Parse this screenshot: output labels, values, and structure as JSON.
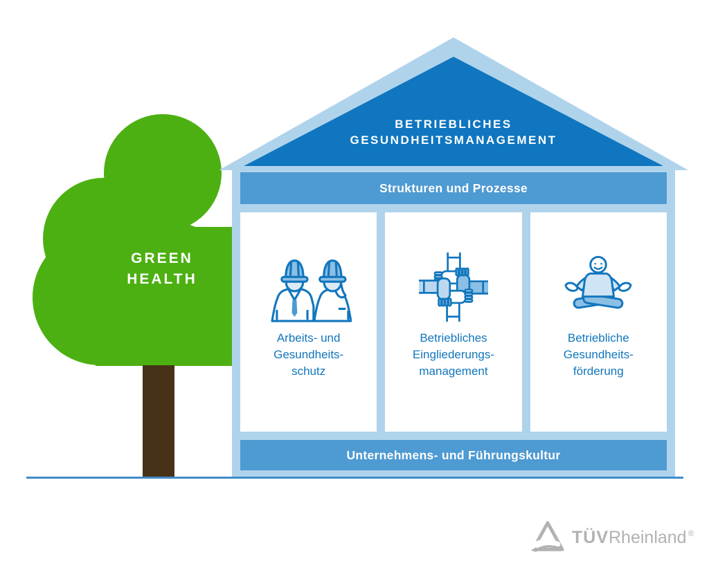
{
  "tree": {
    "label": {
      "line1": "GREEN",
      "line2": "HEALTH"
    }
  },
  "house": {
    "roof_title": {
      "line1": "BETRIEBLICHES",
      "line2": "GESUNDHEITSMANAGEMENT"
    },
    "top_bar_label": "Strukturen und Prozesse",
    "bottom_bar_label": "Unternehmens- und Führungskultur",
    "columns": [
      {
        "icon": "construction-workers-icon",
        "label": {
          "line1": "Arbeits- und",
          "line2": "Gesundheits-",
          "line3": "schutz"
        }
      },
      {
        "icon": "joined-hands-icon",
        "label": {
          "line1": "Betriebliches",
          "line2": "Eingliederungs-",
          "line3": "management"
        }
      },
      {
        "icon": "meditating-person-icon",
        "label": {
          "line1": "Betriebliche",
          "line2": "Gesundheits-",
          "line3": "förderung"
        }
      }
    ]
  },
  "footer_logo": {
    "brand_bold": "TÜV",
    "brand_regular": "Rheinland",
    "registered_mark": "®"
  },
  "colors": {
    "roof_blue": "#0f76bf",
    "bar_blue": "#4e9ad2",
    "light_blue": "#b0d3ec",
    "tree_green": "#4db012",
    "trunk_brown": "#473217",
    "ground_blue": "#3f8cc9",
    "icon_stroke_blue": "#1176bd",
    "label_blue": "#1176bd",
    "logo_gray": "#b2b2b2"
  }
}
